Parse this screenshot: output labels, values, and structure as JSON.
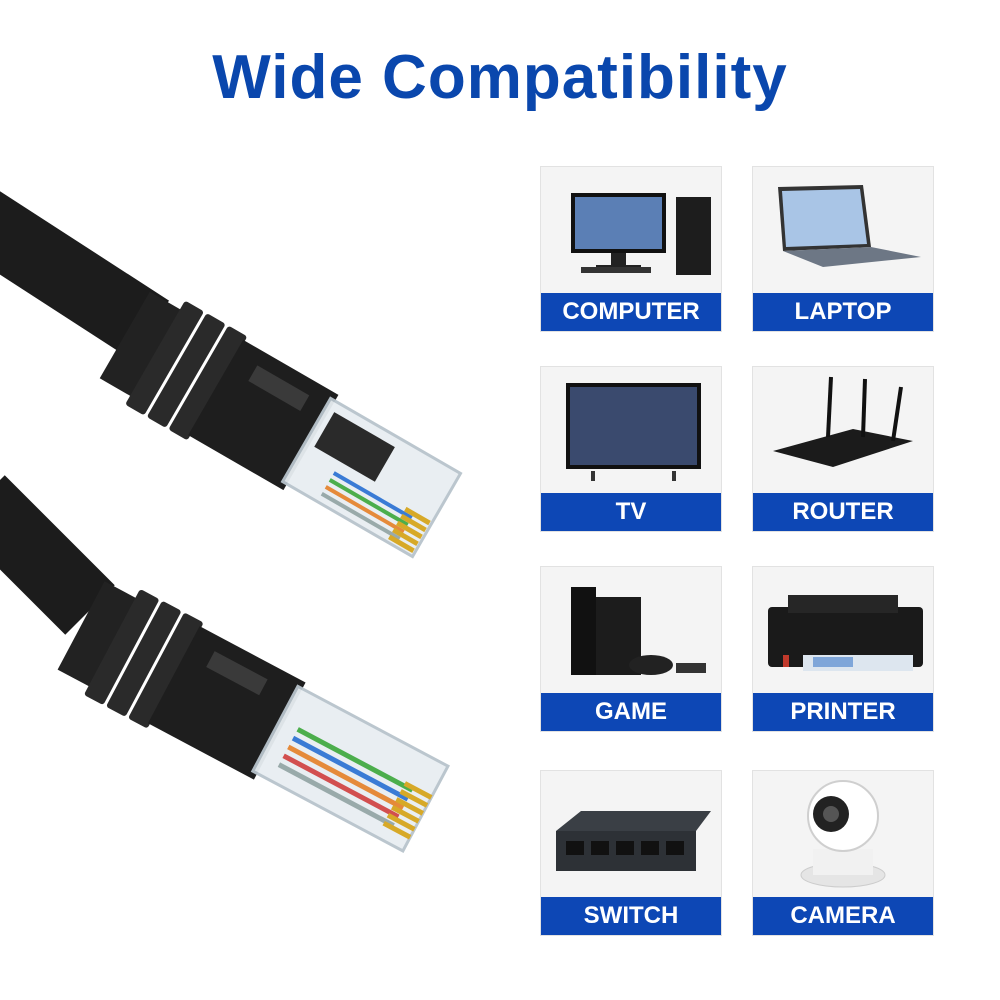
{
  "title": "Wide Compatibility",
  "devices": [
    {
      "label": "COMPUTER",
      "icon": "computer-icon"
    },
    {
      "label": "LAPTOP",
      "icon": "laptop-icon"
    },
    {
      "label": "TV",
      "icon": "tv-icon"
    },
    {
      "label": "ROUTER",
      "icon": "router-icon"
    },
    {
      "label": "GAME",
      "icon": "game-console-icon"
    },
    {
      "label": "PRINTER",
      "icon": "printer-icon"
    },
    {
      "label": "SWITCH",
      "icon": "network-switch-icon"
    },
    {
      "label": "CAMERA",
      "icon": "security-camera-icon"
    }
  ],
  "colors": {
    "title": "#0a47ad",
    "label_bg": "#0d47b5",
    "label_text": "#ffffff",
    "cable": "#1c1c1c"
  }
}
